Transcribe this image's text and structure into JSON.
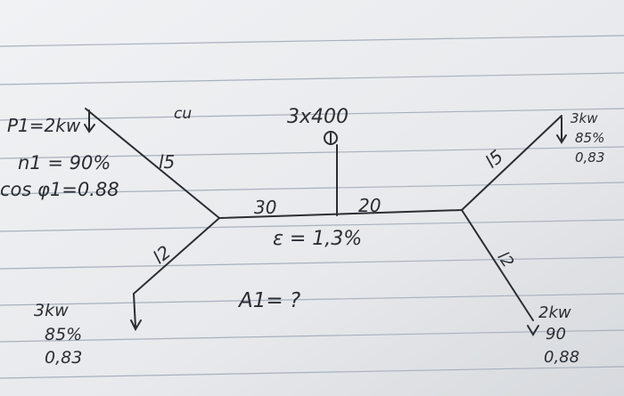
{
  "left_load": {
    "power": "P1=2kw",
    "efficiency": "n1 = 90%",
    "cos_phi": "cos φ1=0.88"
  },
  "supply": {
    "voltage": "3x400",
    "material": "cu"
  },
  "segments": {
    "upper_left": "l5",
    "lower_left": "l2",
    "main_left": "30",
    "main_right": "20",
    "upper_right": "l5",
    "lower_right": "l2"
  },
  "voltage_drop": "ε = 1,3%",
  "question": "A1= ?",
  "bottom_left_load": {
    "power": "3kw",
    "efficiency": "85%",
    "cos_phi": "0,83"
  },
  "top_right_load": {
    "power": "3kw",
    "efficiency": "85%",
    "cos_phi": "0,83"
  },
  "bottom_right_load": {
    "power": "2kw",
    "efficiency": "90",
    "cos_phi": "0,88"
  },
  "colors": {
    "paper": "#eceef0",
    "rule_line": "#a9b0bb",
    "ink": "#2b2d33"
  }
}
